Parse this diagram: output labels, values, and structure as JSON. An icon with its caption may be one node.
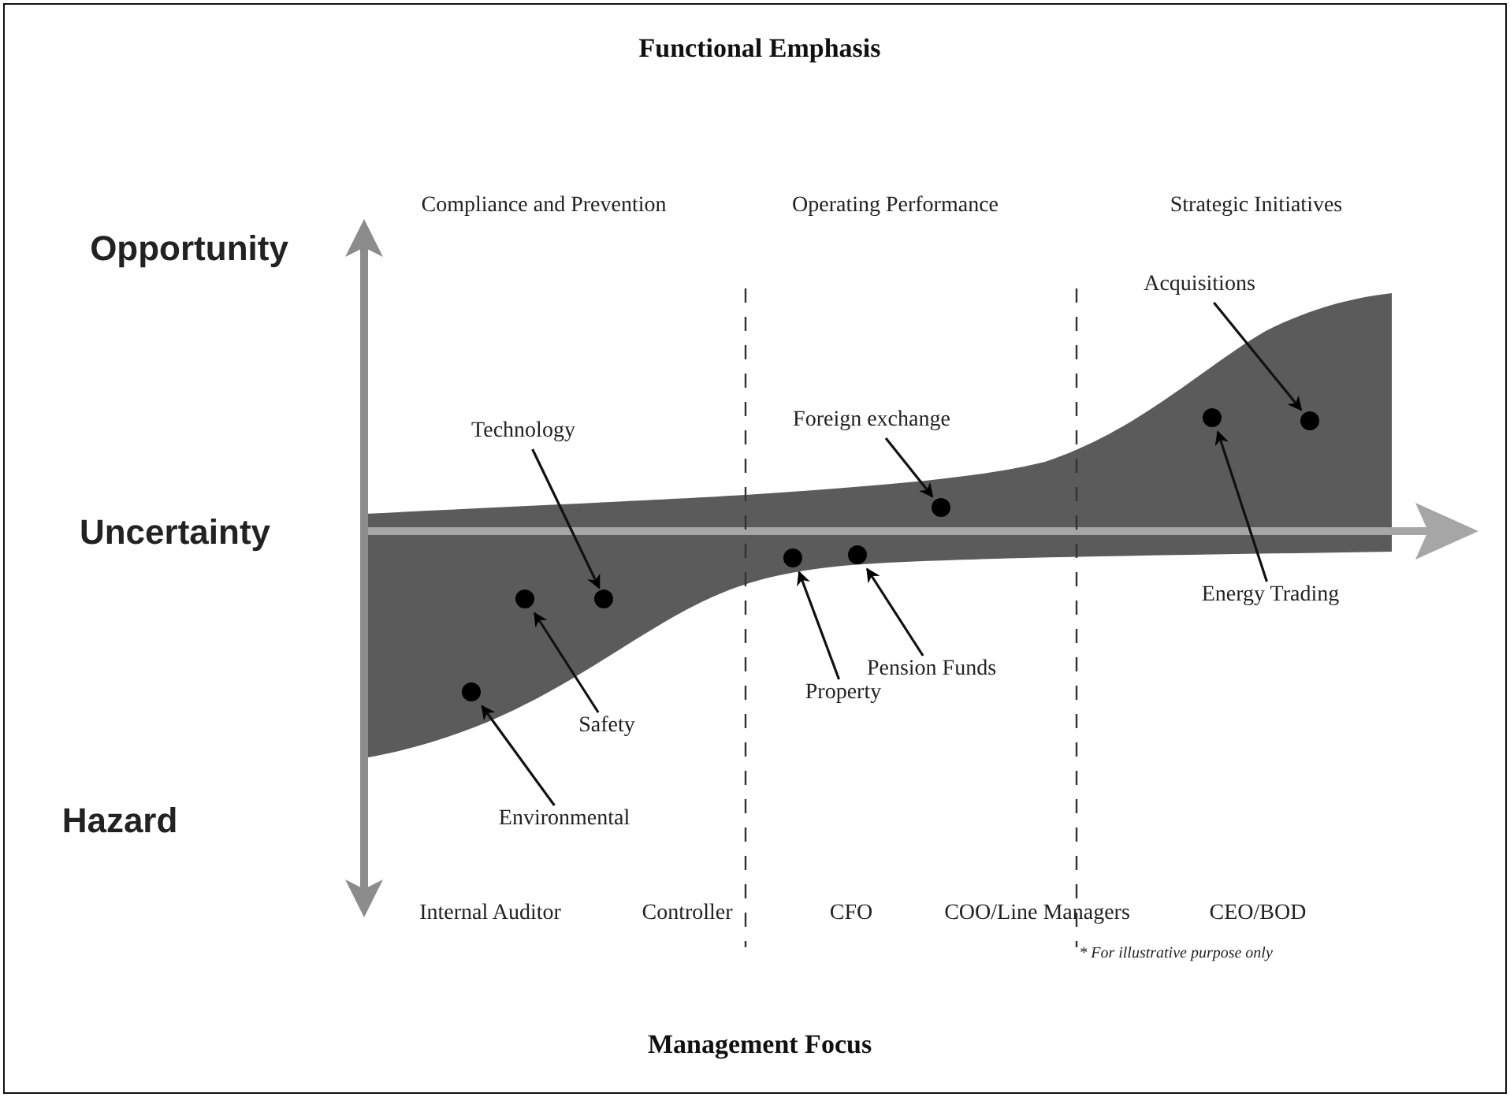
{
  "diagram": {
    "title": "Functional Emphasis",
    "caption": "Management Focus",
    "nodes": [
      {
        "text": [
          "Technology"
        ]
      },
      {
        "text": [
          "Safety"
        ]
      },
      {
        "text": [
          "Environmental"
        ]
      },
      {
        "text": [
          "Foreign exchange"
        ]
      },
      {
        "text": [
          "Property"
        ]
      },
      {
        "text": [
          "Pension Funds"
        ]
      },
      {
        "text": [
          "Acquisitions"
        ]
      },
      {
        "text": [
          "Energy Trading"
        ]
      },
      {
        "text": [],
        "shape": "circle"
      },
      {
        "text": [],
        "shape": "circle"
      },
      {
        "text": [],
        "shape": "circle"
      },
      {
        "text": [],
        "shape": "circle"
      },
      {
        "text": [],
        "shape": "circle"
      },
      {
        "text": [],
        "shape": "circle"
      },
      {
        "text": [],
        "shape": "circle"
      },
      {
        "text": [],
        "shape": "circle"
      }
    ],
    "edges": [
      {
        "from": 0,
        "to": 10,
        "arrow": "to"
      },
      {
        "from": 1,
        "to": 9,
        "arrow": "to"
      },
      {
        "from": 2,
        "to": 8,
        "arrow": "to"
      },
      {
        "from": 3,
        "to": 13,
        "arrow": "to"
      },
      {
        "from": 4,
        "to": 11,
        "arrow": "to"
      },
      {
        "from": 5,
        "to": 12,
        "arrow": "to"
      },
      {
        "from": 6,
        "to": 15,
        "arrow": "to"
      },
      {
        "from": 7,
        "to": 14,
        "arrow": "to"
      }
    ],
    "labels": [
      "Compliance and Prevention",
      "Operating Performance",
      "Strategic Initiatives",
      "Opportunity",
      "Uncertainty",
      "Hazard",
      "Internal Auditor",
      "Controller",
      "CFO",
      "COO/Line Managers",
      "CEO/BOD",
      "* For illustrative purpose only"
    ]
  }
}
